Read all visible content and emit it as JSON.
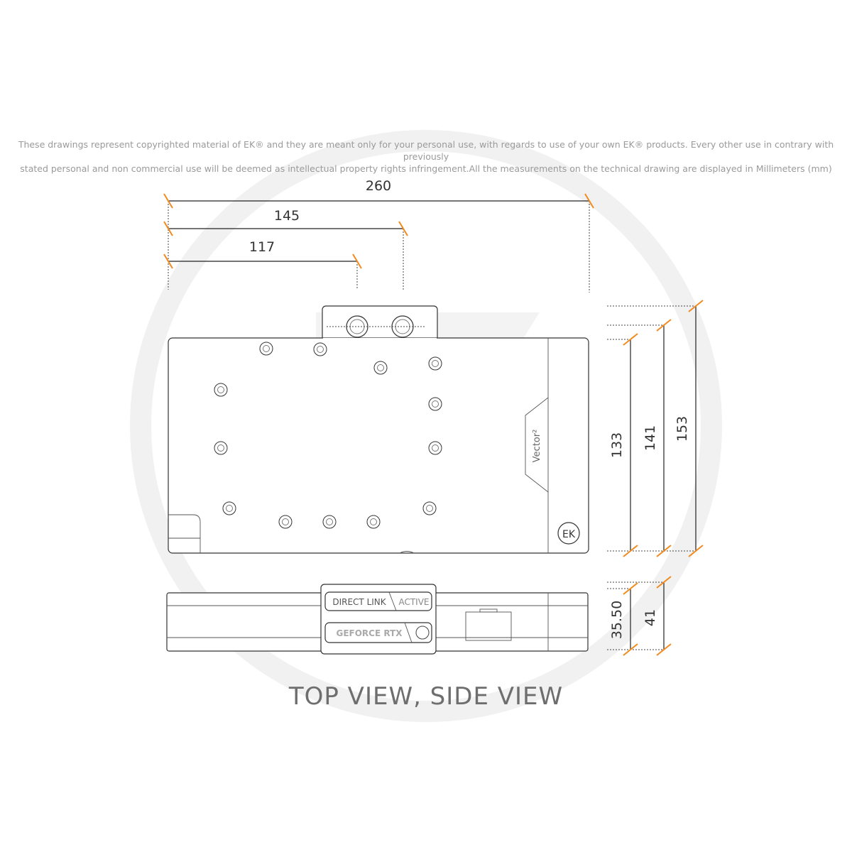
{
  "disclaimer": {
    "line1": "These drawings represent copyrighted material of EK® and they are meant only for your personal use, with regards to use of  your own EK® products. Every other use in contrary with previously",
    "line2": "stated personal and non commercial use will be deemed as intellectual property rights infringement.All the measurements on the technical drawing are displayed in Millimeters (mm)"
  },
  "dimensions": {
    "width_total": "260",
    "width_port2": "145",
    "width_port1": "117",
    "height_plate": "133",
    "height_mid": "141",
    "height_total": "153",
    "side_thickness": "35.50",
    "side_total": "41"
  },
  "product": {
    "backplate_label": "Vector²",
    "badge_top_left": "DIRECT LINK",
    "badge_top_right": "ACTIVE",
    "badge_bottom": "GEFORCE RTX",
    "logo": "EK"
  },
  "caption": "TOP VIEW, SIDE VIEW",
  "colors": {
    "dimension_tick": "#f28a1e",
    "watermark": "#f1f1f1",
    "line": "#222222"
  },
  "watermark": "EK logo"
}
